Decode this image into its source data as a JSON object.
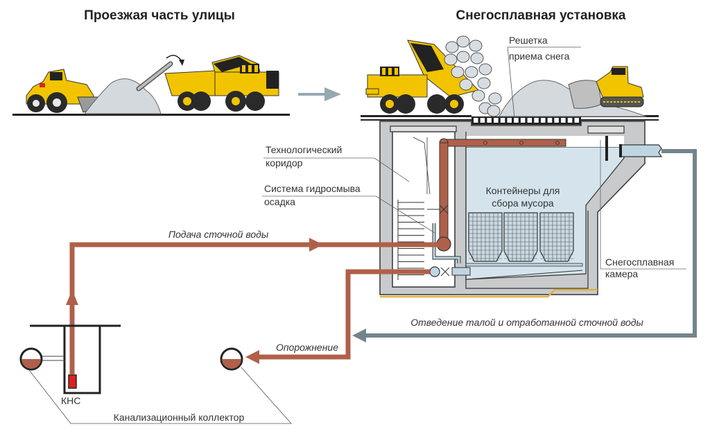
{
  "titles": {
    "left": "Проезжая часть улицы",
    "right": "Снегосплавная установка"
  },
  "labels": {
    "grate_line1": "Решетка",
    "grate_line2": "приема снега",
    "corridor_line1": "Технологический",
    "corridor_line2": "коридор",
    "flush_line1": "Система гидросмыва",
    "flush_line2": "осадка",
    "containers_line1": "Контейнеры для",
    "containers_line2": "сбора мусора",
    "chamber_line1": "Снегосплавная",
    "chamber_line2": "камера",
    "pump_station": "КНС",
    "collector": "Канализационный коллектор"
  },
  "flows": {
    "supply": "Подача сточной воды",
    "drain": "Опорожнение",
    "outflow": "Отведение талой и отработанной сточной воды"
  },
  "icons": {
    "loader": "wheel-loader-icon",
    "dump_truck": "dump-truck-icon",
    "bulldozer": "bulldozer-icon",
    "snow_pile": "snow-pile-icon",
    "process_arrow": "arrow-right-icon"
  },
  "colors": {
    "sewage_pipe": "#b0604a",
    "outflow_pipe": "#74848c",
    "concrete": "#c8cacc",
    "water": "#d5e4ec",
    "machine_yellow": "#f2c400",
    "pump_red": "#e02020",
    "arrow_gray": "#98a8b2"
  }
}
